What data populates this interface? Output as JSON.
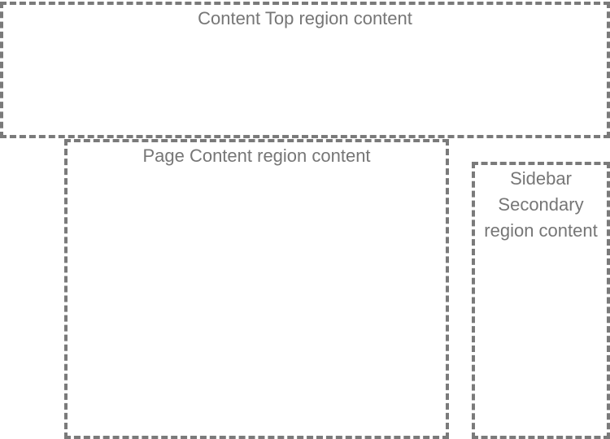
{
  "regions": {
    "content_top": {
      "label": "Content Top region content"
    },
    "page_content": {
      "label": "Page Content region content"
    },
    "sidebar_secondary": {
      "label_lines": [
        "Sidebar",
        "Secondary",
        "region content"
      ]
    }
  },
  "colors": {
    "border": "#7a7a7a",
    "text": "#767676",
    "background": "#ffffff"
  }
}
